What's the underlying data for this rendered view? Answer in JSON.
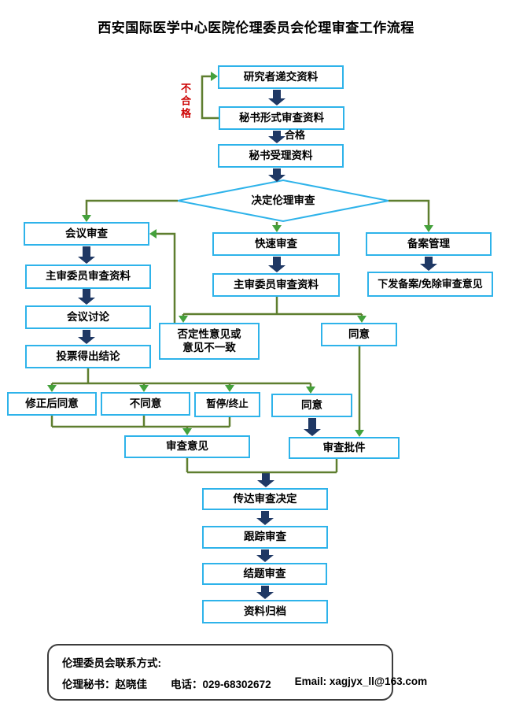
{
  "title": "西安国际医学中心医院伦理委员会伦理审查工作流程",
  "labels": {
    "fail": "不合格",
    "pass": "合格"
  },
  "nodes": {
    "submit": "研究者递交资料",
    "formal_review": "秘书形式审查资料",
    "accept": "秘书受理资料",
    "decide": "决定伦理审查",
    "meeting_review": "会议审查",
    "chief_review_meeting": "主审委员审查资料",
    "meeting_discussion": "会议讨论",
    "vote": "投票得出结论",
    "rapid_review": "快速审查",
    "chief_review_rapid": "主审委员审查资料",
    "filing": "备案管理",
    "issue_filing": "下发备案/免除审查意见",
    "negative_opinion": "否定性意见或\n意见不一致",
    "agree_rapid": "同意",
    "approve_after_revision": "修正后同意",
    "disagree": "不同意",
    "suspend_terminate": "暂停/终止",
    "agree_meeting": "同意",
    "review_opinion": "审查意见",
    "review_approval": "审查批件",
    "convey_decision": "传达审查决定",
    "follow_up_review": "跟踪审查",
    "conclusion_review": "结题审查",
    "archive": "资料归档"
  },
  "contact": {
    "heading": "伦理委员会联系方式:",
    "secretary": "伦理秘书：赵晓佳",
    "phone": "电话：029-68302672",
    "email": "Email: xagjyx_ll@163.com"
  },
  "colors": {
    "box_border": "#2eb3ea",
    "arrow_navy": "#1f3864",
    "line_green": "#5e7e2f",
    "arrow_green": "#44a13c",
    "fail_red": "#cc0000"
  }
}
